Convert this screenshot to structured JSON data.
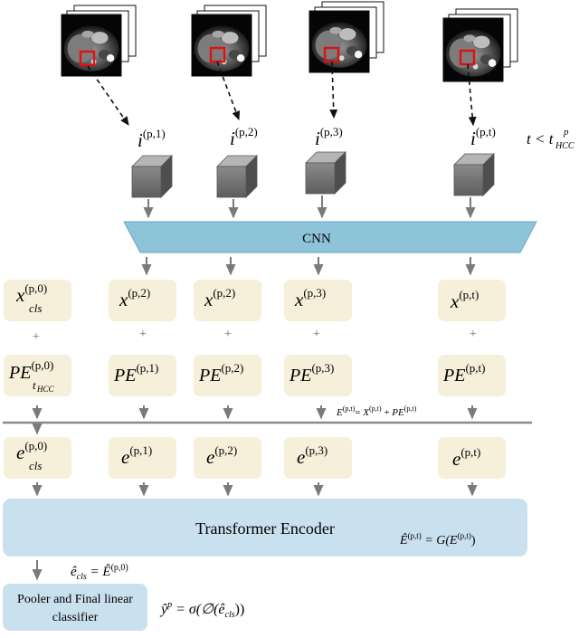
{
  "frames": [
    {
      "label_base": "i",
      "label_sup": "(p,1)"
    },
    {
      "label_base": "i",
      "label_sup": "(p,2)"
    },
    {
      "label_base": "i",
      "label_sup": "(p,3)"
    },
    {
      "label_base": "i",
      "label_sup": "(p,t)"
    }
  ],
  "condition": {
    "lhs": "t < t",
    "sup": "p",
    "sub": "HCC"
  },
  "cnn": {
    "label": "CNN"
  },
  "x_tokens": [
    {
      "base": "x",
      "sup": "(p,0)",
      "sub": "cls"
    },
    {
      "base": "x",
      "sup": "(p,2)",
      "sub": ""
    },
    {
      "base": "x",
      "sup": "(p,2)",
      "sub": ""
    },
    {
      "base": "x",
      "sup": "(p,3)",
      "sub": ""
    },
    {
      "base": "x",
      "sup": "(p,t)",
      "sub": ""
    }
  ],
  "plus_sign": "+",
  "pe_tokens": [
    {
      "base": "PE",
      "sup": "(p,0)",
      "sub": "t",
      "subsub": "HCC"
    },
    {
      "base": "PE",
      "sup": "(p,1)",
      "sub": "",
      "subsub": ""
    },
    {
      "base": "PE",
      "sup": "(p,2)",
      "sub": "",
      "subsub": ""
    },
    {
      "base": "PE",
      "sup": "(p,3)",
      "sub": "",
      "subsub": ""
    },
    {
      "base": "PE",
      "sup": "(p,t)",
      "sub": "",
      "subsub": ""
    }
  ],
  "sum_equation": {
    "e": "E",
    "e_sup": "(p,t)",
    "eq": "= ",
    "x": "X",
    "x_sup": "(p,t)",
    "plus": " + ",
    "pe": "PE",
    "pe_sup": "(p,t)"
  },
  "e_tokens": [
    {
      "base": "e",
      "sup": "(p,0)",
      "sub": "cls"
    },
    {
      "base": "e",
      "sup": "(p,1)",
      "sub": ""
    },
    {
      "base": "e",
      "sup": "(p,2)",
      "sub": ""
    },
    {
      "base": "e",
      "sup": "(p,3)",
      "sub": ""
    },
    {
      "base": "e",
      "sup": "(p,t)",
      "sub": ""
    }
  ],
  "transformer": {
    "label": "Transformer Encoder",
    "eq_lhs": "Ê",
    "eq_lhs_sup": "(p,t)",
    "eq_mid": " = G(E",
    "eq_mid_sup": "(p,t)",
    "eq_end": ")"
  },
  "cls_equation": {
    "lhs": "ê",
    "lhs_sub": "cls",
    "eq": " = Ê",
    "sup": "(p,0)"
  },
  "pooler": {
    "line1": "Pooler and Final linear",
    "line2": "classifier"
  },
  "output_equation": {
    "lhs": "ŷ",
    "sup": "p",
    "mid": " = σ(∅(ê",
    "sub": "cls",
    "end": "))"
  },
  "colors": {
    "token_box": "#f6efda",
    "cnn_fill": "#8ec4da",
    "transformer_fill": "#c9e0ee",
    "pooler_fill": "#c9e0ee",
    "arrow": "#7a7a7a",
    "highlight": "#e01010"
  }
}
